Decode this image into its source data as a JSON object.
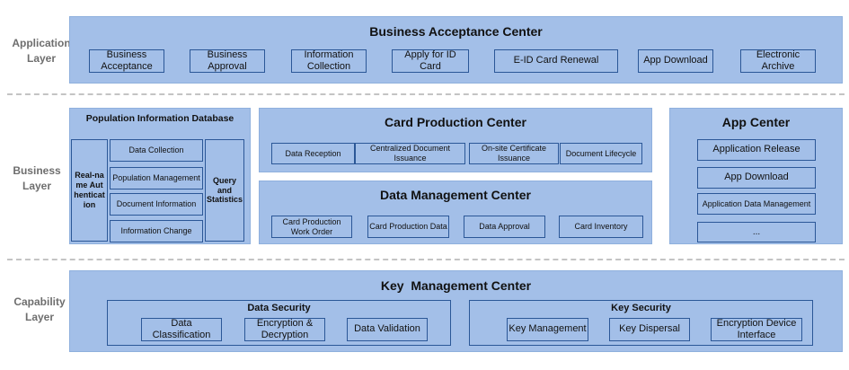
{
  "layers": {
    "application": "Application Layer",
    "business": "Business Layer",
    "capability": "Capability Layer"
  },
  "business_acceptance_center": {
    "title": "Business Acceptance Center",
    "items": [
      "Business Acceptance",
      "Business Approval",
      "Information Collection",
      "Apply for ID Card",
      "E-ID Card Renewal",
      "App Download",
      "Electronic Archive"
    ]
  },
  "population_db": {
    "title": "Population Information Database",
    "left": "Real-name Authentication",
    "middle": [
      "Data Collection",
      "Population Management",
      "Document Information",
      "Information Change"
    ],
    "right": "Query and Statistics"
  },
  "card_production_center": {
    "title": "Card Production Center",
    "items": [
      "Data Reception",
      "Centralized Document Issuance",
      "On-site Certificate Issuance",
      "Document Lifecycle"
    ]
  },
  "data_management_center": {
    "title": "Data Management Center",
    "items": [
      "Card Production Work Order",
      "Card Production Data",
      "Data Approval",
      "Card Inventory"
    ]
  },
  "app_center": {
    "title": "App Center",
    "items": [
      "Application Release",
      "App Download",
      "Application Data Management",
      "..."
    ]
  },
  "key_management_center": {
    "title": "Key  Management Center",
    "data_security": {
      "title": "Data Security",
      "items": [
        "Data Classification",
        "Encryption & Decryption",
        "Data Validation"
      ]
    },
    "key_security": {
      "title": "Key Security",
      "items": [
        "Key Management",
        "Key Dispersal",
        "Encryption Device Interface"
      ]
    }
  },
  "colors": {
    "panel_fill": "#a3bfe8",
    "box_border": "#2b5797",
    "layer_label": "#6e6e6e",
    "divider": "#c4c4c4"
  }
}
